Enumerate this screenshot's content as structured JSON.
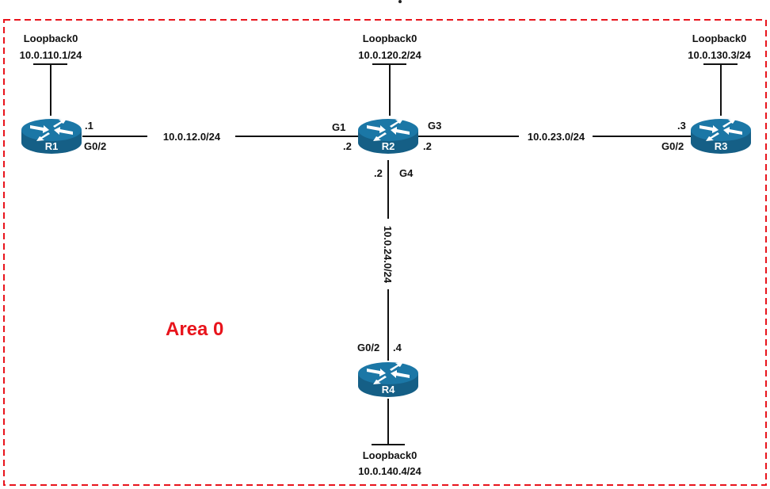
{
  "diagram": {
    "area": {
      "label": "Area 0",
      "border_color": "#e8141c"
    },
    "router_color": "#1a6e99",
    "routers": [
      {
        "id": "R1",
        "name": "R1",
        "loopback": {
          "name": "Loopback0",
          "ip": "10.0.110.1/24"
        }
      },
      {
        "id": "R2",
        "name": "R2",
        "loopback": {
          "name": "Loopback0",
          "ip": "10.0.120.2/24"
        }
      },
      {
        "id": "R3",
        "name": "R3",
        "loopback": {
          "name": "Loopback0",
          "ip": "10.0.130.3/24"
        }
      },
      {
        "id": "R4",
        "name": "R4",
        "loopback": {
          "name": "Loopback0",
          "ip": "10.0.140.4/24"
        }
      }
    ],
    "links": [
      {
        "subnet": "10.0.12.0/24",
        "a": {
          "router": "R1",
          "iface": "G0/2",
          "host": ".1"
        },
        "b": {
          "router": "R2",
          "iface": "G1",
          "host": ".2"
        }
      },
      {
        "subnet": "10.0.23.0/24",
        "a": {
          "router": "R2",
          "iface": "G3",
          "host": ".2"
        },
        "b": {
          "router": "R3",
          "iface": "G0/2",
          "host": ".3"
        }
      },
      {
        "subnet": "10.0.24.0/24",
        "a": {
          "router": "R2",
          "iface": "G4",
          "host": ".2"
        },
        "b": {
          "router": "R4",
          "iface": "G0/2",
          "host": ".4"
        }
      }
    ]
  }
}
